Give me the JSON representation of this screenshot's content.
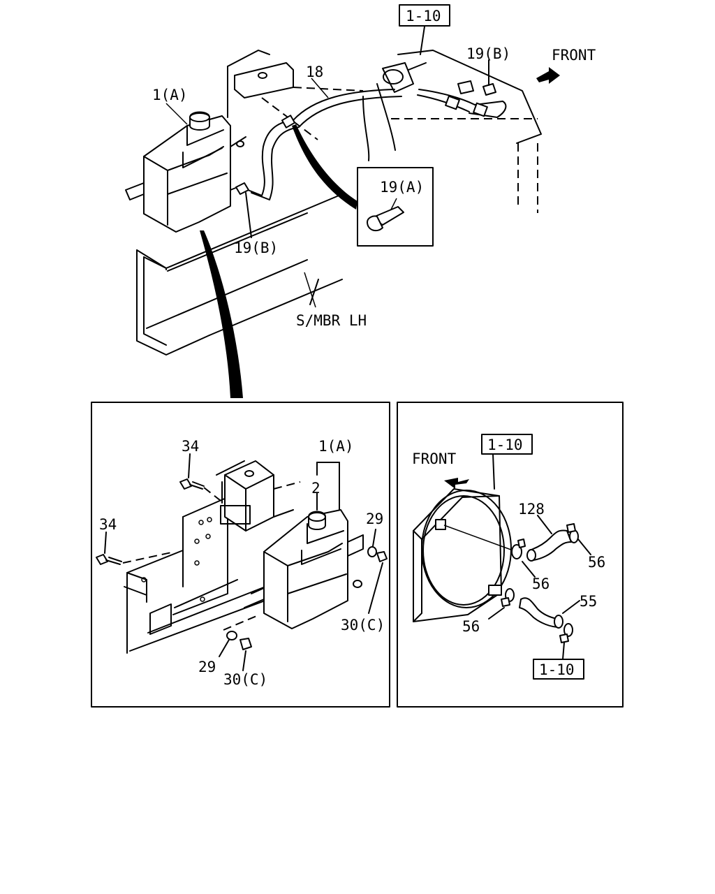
{
  "top_view": {
    "ref_box_label": "1-10",
    "callout_tank": "1(A)",
    "callout_hose": "18",
    "callout_clip_top": "19(B)",
    "callout_clip_left": "19(B)",
    "front_label": "FRONT",
    "frame_label": "S/MBR LH",
    "inset_callout": "19(A)"
  },
  "detail_left": {
    "callout_bolt_upper": "34",
    "callout_bolt_lower": "34",
    "callout_tank": "1(A)",
    "callout_cap": "2",
    "callout_washer_right": "29",
    "callout_nut_right": "30(C)",
    "callout_washer_bottom": "29",
    "callout_nut_bottom": "30(C)"
  },
  "detail_right": {
    "front_label": "FRONT",
    "ref_box_top": "1-10",
    "callout_hose_upper": "128",
    "callout_clamp_right": "56",
    "callout_clamp_mid": "56",
    "callout_clamp_left": "56",
    "callout_hose_lower": "55",
    "ref_box_bottom": "1-10"
  }
}
